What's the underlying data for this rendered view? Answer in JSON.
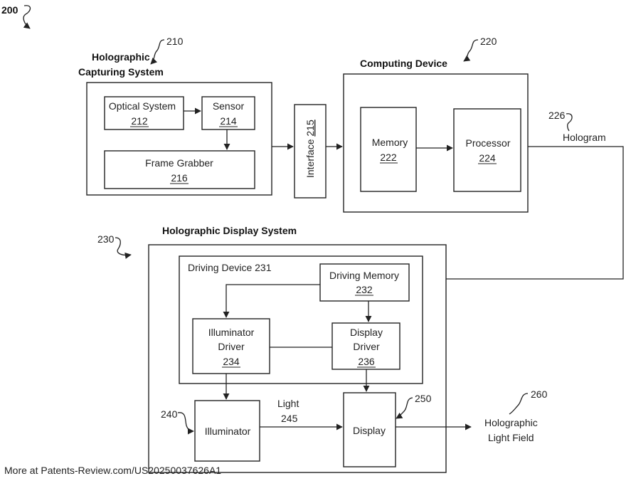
{
  "figure": {
    "number": "200",
    "footer": "More at Patents-Review.com/US20250037626A1"
  },
  "capturing_system": {
    "title_line1": "Holographic",
    "title_line2": "Capturing System",
    "ref": "210",
    "optical_system": {
      "label": "Optical System",
      "ref": "212"
    },
    "sensor": {
      "label": "Sensor",
      "ref": "214"
    },
    "frame_grabber": {
      "label": "Frame Grabber",
      "ref": "216"
    }
  },
  "interface": {
    "label": "Interface",
    "ref": "215"
  },
  "computing_device": {
    "title": "Computing Device",
    "ref": "220",
    "memory": {
      "label": "Memory",
      "ref": "222"
    },
    "processor": {
      "label": "Processor",
      "ref": "224"
    }
  },
  "hologram": {
    "label": "Hologram",
    "ref": "226"
  },
  "display_system": {
    "title": "Holographic Display System",
    "ref": "230",
    "driving_device": {
      "label": "Driving Device 231"
    },
    "driving_memory": {
      "label": "Driving Memory",
      "ref": "232"
    },
    "illuminator_driver": {
      "line1": "Illuminator",
      "line2": "Driver",
      "ref": "234"
    },
    "display_driver": {
      "line1": "Display",
      "line2": "Driver",
      "ref": "236"
    },
    "illuminator": {
      "label": "Illuminator",
      "ref": "240"
    },
    "light": {
      "label": "Light",
      "ref": "245"
    },
    "display": {
      "label": "Display",
      "ref": "250"
    }
  },
  "light_field": {
    "line1": "Holographic",
    "line2": "Light Field",
    "ref": "260"
  }
}
